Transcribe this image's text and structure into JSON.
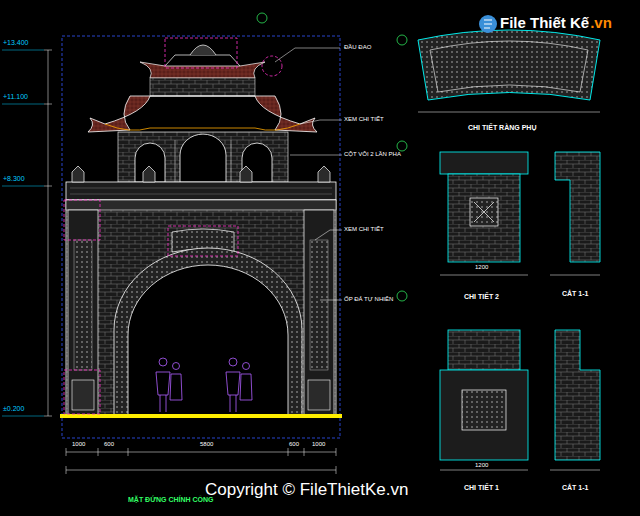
{
  "diagram": {
    "caption": "MẶT ĐỨNG CHÍNH CỔNG",
    "labels": [
      "File Thiết Kế",
      ".vn",
      "+13.400",
      "+11.100",
      "+8.300",
      "±0.200",
      "CHI TIẾT RÀNG PHỤ",
      "CHI TIẾT 2",
      "CẮT 1-1",
      "CHI TIẾT 1",
      "CẮT 1-1",
      "ĐẦU ĐAO",
      "XEM CHI TIẾT",
      "CỘT VÔI 2 LẦN PHA",
      "XEM CHI TIẾT",
      "ỐP ĐÁ TỰ NHIÊN",
      "1000",
      "600",
      "5800",
      "600",
      "1000",
      "1200",
      "1200",
      "Copyright © FileThietKe.vn"
    ]
  }
}
